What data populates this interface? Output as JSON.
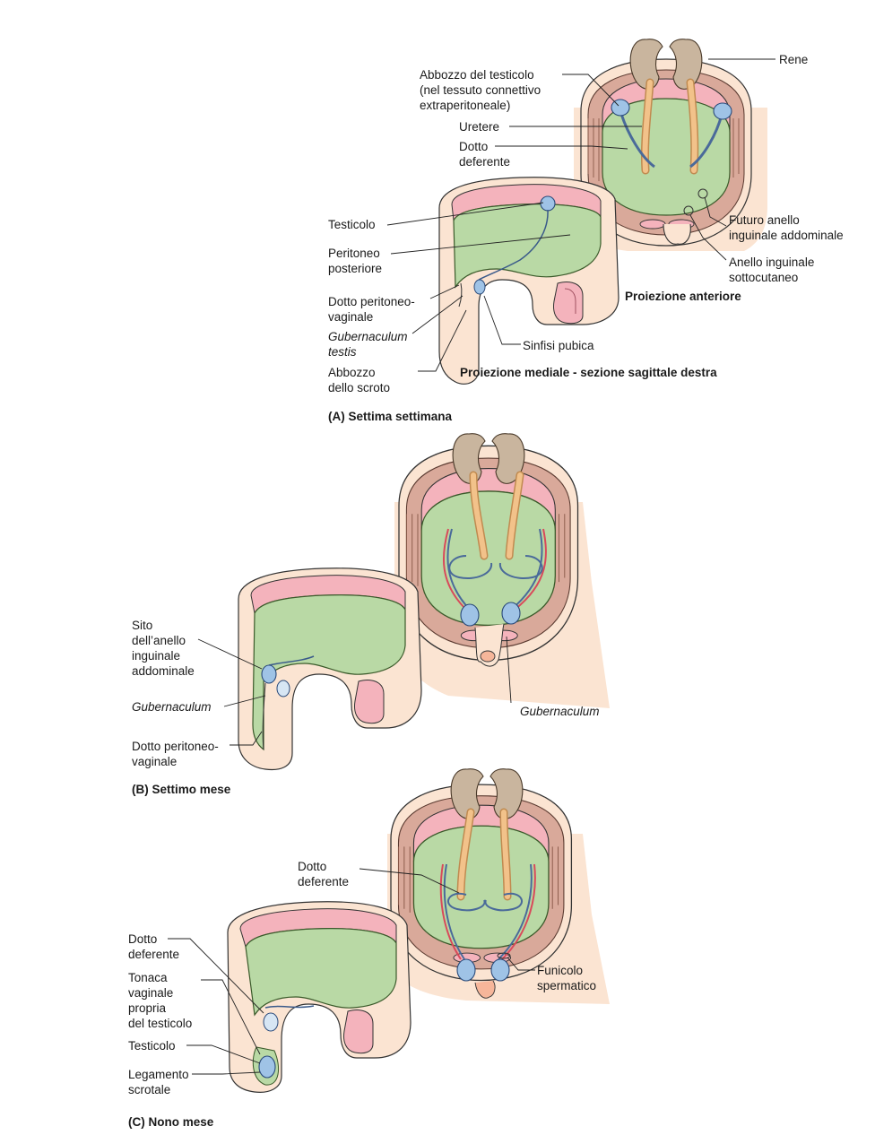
{
  "panel_a": {
    "caption": "(A) Settima settimana",
    "view_anterior": "Proiezione anteriore",
    "view_medial": "Proiezione mediale - sezione sagittale destra",
    "labels": {
      "abbozzo_testicolo": "Abbozzo del testicolo\n(nel tessuto connettivo\nextraperitoneale)",
      "rene": "Rene",
      "uretere": "Uretere",
      "dotto_deferente": "Dotto\ndeferente",
      "testicolo": "Testicolo",
      "peritoneo_posteriore": "Peritoneo\nposteriore",
      "dotto_peritoneo_vaginale": "Dotto peritoneo-\nvaginale",
      "gubernaculum_testis": "Gubernaculum\ntestis",
      "abbozzo_scroto": "Abbozzo\ndello scroto",
      "futuro_anello": "Futuro anello\ninguinale addominale",
      "anello_sottocutaneo": "Anello inguinale\nsottocutaneo",
      "sinfisi_pubica": "Sinfisi pubica"
    }
  },
  "panel_b": {
    "caption": "(B) Settimo mese",
    "labels": {
      "sito_anello": "Sito\ndell’anello\ninguinale\naddominale",
      "gubernaculum_left": "Gubernaculum",
      "dotto_peritoneo_vaginale": "Dotto peritoneo-\nvaginale",
      "gubernaculum_right": "Gubernaculum"
    }
  },
  "panel_c": {
    "caption": "(C) Nono mese",
    "labels": {
      "dotto_deferente_top": "Dotto\ndeferente",
      "dotto_deferente_left": "Dotto\ndeferente",
      "tonaca_vaginale": "Tonaca\nvaginale\npropria\ndel testicolo",
      "testicolo": "Testicolo",
      "legamento_scrotale": "Legamento\nscrotale",
      "funicolo": "Funicolo\nspermatico"
    }
  },
  "colors": {
    "skin": "#fbe4d2",
    "muscle_pink": "#f4b3bc",
    "wall_brown": "#d9a99a",
    "peritoneum_green": "#b9d9a5",
    "kidney": "#c9b59e",
    "ureter": "#f2c28a",
    "duct_blue": "#9fc3e6",
    "vessel_red": "#d9495a",
    "line": "#222222"
  }
}
